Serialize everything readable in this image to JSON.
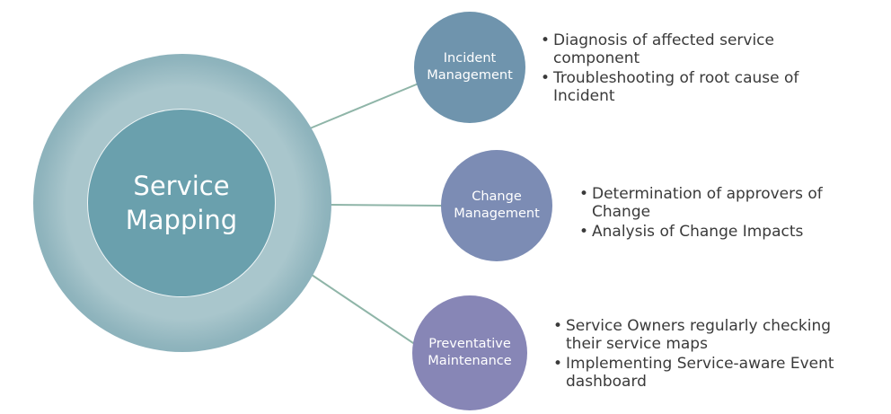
{
  "center": {
    "line1": "Service",
    "line2": "Mapping"
  },
  "nodes": [
    {
      "line1": "Incident",
      "line2": "Management",
      "bullets": [
        "Diagnosis of affected service component",
        "Troubleshooting of root cause of Incident"
      ]
    },
    {
      "line1": "Change",
      "line2": "Management",
      "bullets": [
        "Determination of approvers of Change",
        "Analysis of Change Impacts"
      ]
    },
    {
      "line1": "Preventative",
      "line2": "Maintenance",
      "bullets": [
        "Service Owners regularly checking their service maps",
        "Implementing Service-aware Event dashboard"
      ]
    }
  ],
  "colors": {
    "center": "#6aa0ad",
    "incident": "#6f94ad",
    "change": "#7c8cb4",
    "preventative": "#8786b6",
    "connector": "#8fb5a8"
  }
}
